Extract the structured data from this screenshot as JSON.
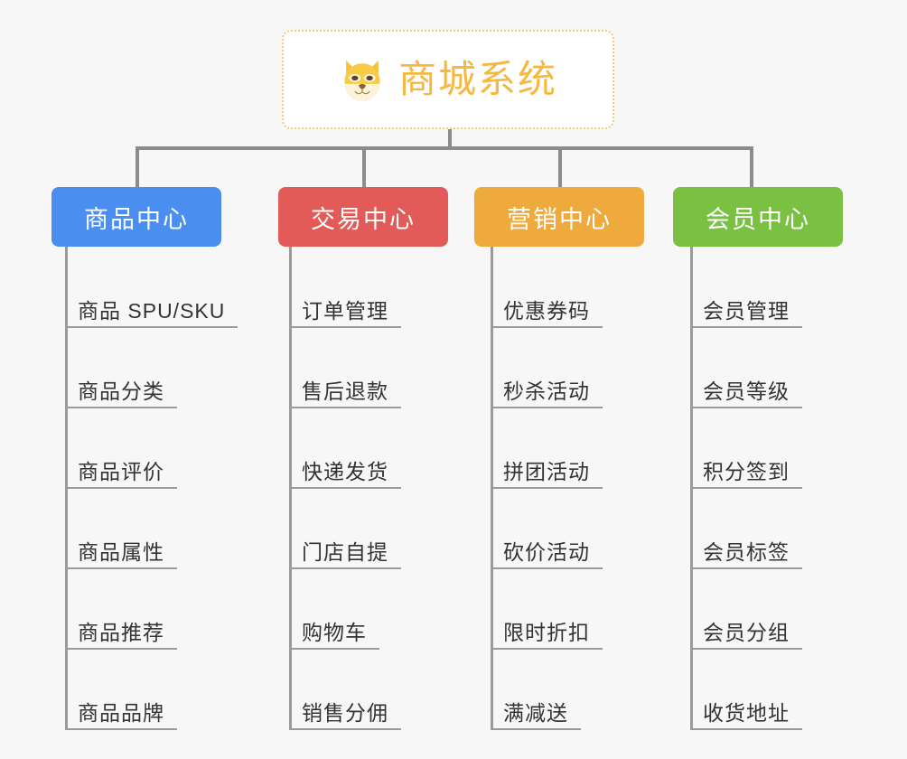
{
  "background_color": "#f7f7f8",
  "root": {
    "title": "商城系统",
    "icon": "dog-face-emoji",
    "text_color": "#f5b841",
    "border_color": "#f5c878",
    "fill_color": "#ffffff"
  },
  "connector_color": "#8c8c8c",
  "leaf_line_color": "#9a9a9a",
  "leaf_text_color": "#333333",
  "columns": [
    {
      "id": "product-center",
      "label": "商品中心",
      "color": "#4a8ff0",
      "items": [
        "商品 SPU/SKU",
        "商品分类",
        "商品评价",
        "商品属性",
        "商品推荐",
        "商品品牌"
      ]
    },
    {
      "id": "trade-center",
      "label": "交易中心",
      "color": "#e35b58",
      "items": [
        "订单管理",
        "售后退款",
        "快递发货",
        "门店自提",
        "购物车",
        "销售分佣"
      ]
    },
    {
      "id": "marketing-center",
      "label": "营销中心",
      "color": "#eeaa3c",
      "items": [
        "优惠券码",
        "秒杀活动",
        "拼团活动",
        "砍价活动",
        "限时折扣",
        "满减送"
      ]
    },
    {
      "id": "member-center",
      "label": "会员中心",
      "color": "#7ac143",
      "items": [
        "会员管理",
        "会员等级",
        "积分签到",
        "会员标签",
        "会员分组",
        "收货地址"
      ]
    }
  ]
}
